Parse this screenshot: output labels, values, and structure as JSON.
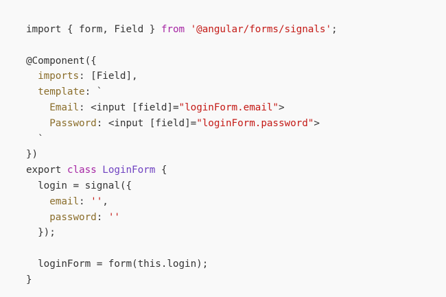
{
  "colors": {
    "background": "#f9f9f9",
    "plain": "#333333",
    "keyword": "#a626a4",
    "string": "#c41a16",
    "property": "#8a6d2a",
    "class_name": "#6f42c1"
  },
  "code": {
    "language": "typescript",
    "lines": [
      [
        {
          "t": "plain",
          "v": "import { form, Field } "
        },
        {
          "t": "kw",
          "v": "from"
        },
        {
          "t": "plain",
          "v": " "
        },
        {
          "t": "str",
          "v": "'@angular/forms/signals'"
        },
        {
          "t": "plain",
          "v": ";"
        }
      ],
      [],
      [
        {
          "t": "plain",
          "v": "@Component({"
        }
      ],
      [
        {
          "t": "plain",
          "v": "  "
        },
        {
          "t": "prop",
          "v": "imports"
        },
        {
          "t": "plain",
          "v": ": [Field],"
        }
      ],
      [
        {
          "t": "plain",
          "v": "  "
        },
        {
          "t": "prop",
          "v": "template"
        },
        {
          "t": "plain",
          "v": ": `"
        }
      ],
      [
        {
          "t": "plain",
          "v": "    "
        },
        {
          "t": "prop",
          "v": "Email"
        },
        {
          "t": "plain",
          "v": ": <input [field]="
        },
        {
          "t": "str",
          "v": "\"loginForm.email\""
        },
        {
          "t": "plain",
          "v": ">"
        }
      ],
      [
        {
          "t": "plain",
          "v": "    "
        },
        {
          "t": "prop",
          "v": "Password"
        },
        {
          "t": "plain",
          "v": ": <input [field]="
        },
        {
          "t": "str",
          "v": "\"loginForm.password\""
        },
        {
          "t": "plain",
          "v": ">"
        }
      ],
      [
        {
          "t": "plain",
          "v": "  `"
        }
      ],
      [
        {
          "t": "plain",
          "v": "})"
        }
      ],
      [
        {
          "t": "plain",
          "v": "export "
        },
        {
          "t": "kw",
          "v": "class"
        },
        {
          "t": "plain",
          "v": " "
        },
        {
          "t": "cls",
          "v": "LoginForm"
        },
        {
          "t": "plain",
          "v": " {"
        }
      ],
      [
        {
          "t": "plain",
          "v": "  login = signal({"
        }
      ],
      [
        {
          "t": "plain",
          "v": "    "
        },
        {
          "t": "prop",
          "v": "email"
        },
        {
          "t": "plain",
          "v": ": "
        },
        {
          "t": "str",
          "v": "''"
        },
        {
          "t": "plain",
          "v": ","
        }
      ],
      [
        {
          "t": "plain",
          "v": "    "
        },
        {
          "t": "prop",
          "v": "password"
        },
        {
          "t": "plain",
          "v": ": "
        },
        {
          "t": "str",
          "v": "''"
        }
      ],
      [
        {
          "t": "plain",
          "v": "  });"
        }
      ],
      [],
      [
        {
          "t": "plain",
          "v": "  loginForm = form(this.login);"
        }
      ],
      [
        {
          "t": "plain",
          "v": "}"
        }
      ]
    ]
  }
}
